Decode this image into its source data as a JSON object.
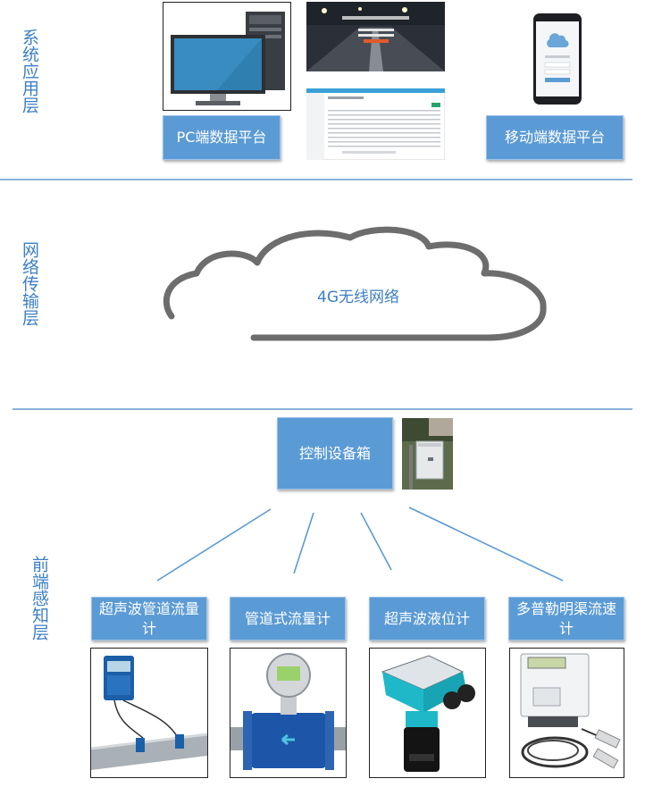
{
  "layers": {
    "app": "系统应用层",
    "network": "网络传输层",
    "sensing": "前端感知层"
  },
  "platforms": {
    "pc": "PC端数据平台",
    "mobile": "移动端数据平台"
  },
  "cloud_label": "4G无线网络",
  "control_box": "控制设备箱",
  "devices": {
    "ultrasonic_flow": "超声波管道流量计",
    "pipe_flow": "管道式流量计",
    "ultrasonic_level": "超声波液位计",
    "doppler_flow": "多普勒明渠流速计"
  },
  "colors": {
    "box_blue": "#5b9bd5",
    "label_blue": "#3c7fc6",
    "line_blue": "#5b9bd5"
  }
}
